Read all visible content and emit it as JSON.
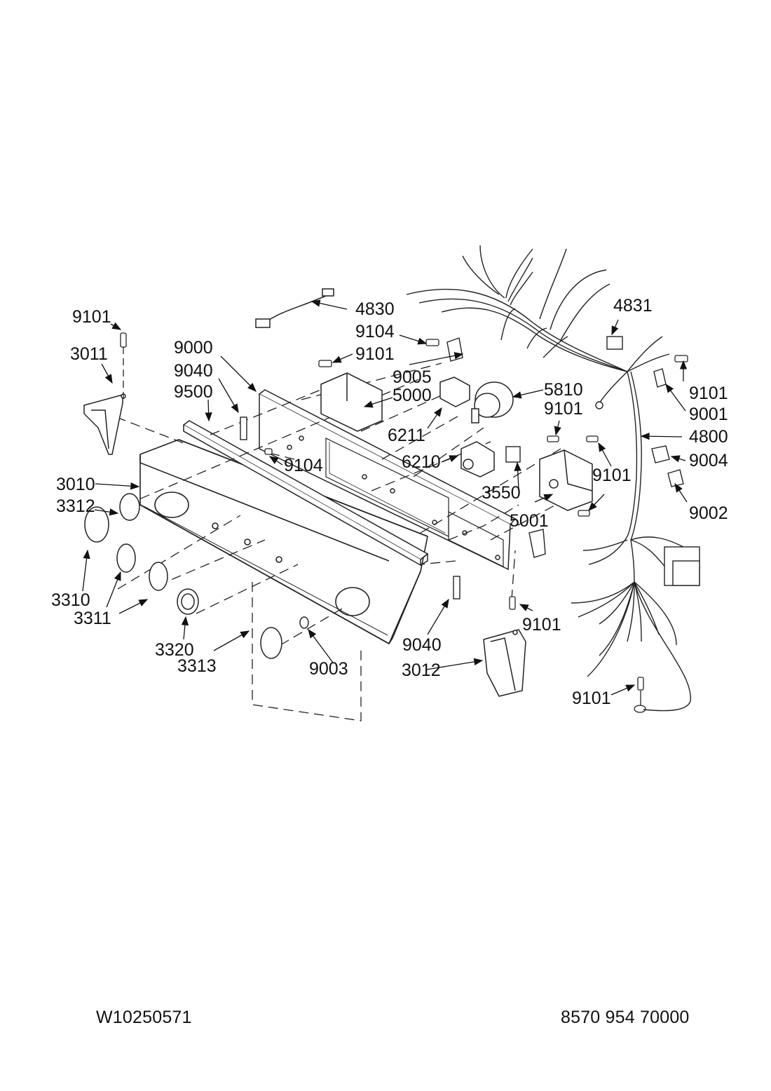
{
  "footer": {
    "document_number": "W10250571",
    "model_number": "8570 954 70000"
  },
  "callouts": [
    "9101",
    "3011",
    "9000",
    "9040",
    "9500",
    "4830",
    "9104",
    "9101",
    "9005",
    "5000",
    "6211",
    "5810",
    "9101",
    "4831",
    "9101",
    "9001",
    "4800",
    "9004",
    "9002",
    "9104",
    "6210",
    "3550",
    "9101",
    "5001",
    "3010",
    "3312",
    "3310",
    "3311",
    "3320",
    "3313",
    "9003",
    "9040",
    "3012",
    "9101",
    "9101"
  ]
}
